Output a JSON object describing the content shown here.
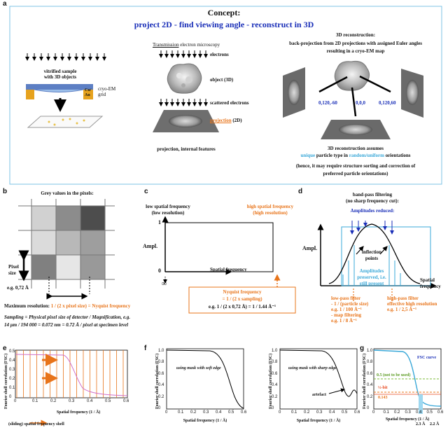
{
  "panels": {
    "a": "a",
    "b": "b",
    "c": "c",
    "d": "d",
    "e": "e",
    "f": "f",
    "g": "g"
  },
  "a": {
    "concept_title": "Concept:",
    "concept_subtitle": "project 2D - find viewing angle - reconstruct in 3D",
    "sample_label": "vitrified sample\nwith 3D objects",
    "grid_metal": "Cu/\nAu",
    "grid_label": "cryo-EM\ngrid",
    "tem_label": "Transmission electron microscopy",
    "tem_underlined": "Transmission",
    "electrons": "electrons",
    "object": "object (3D)",
    "scattered": "scattered electrons",
    "projection_word": "projection",
    "projection_rest": "(2D)",
    "projection_caption": "projection, internal features",
    "recon_title": "3D reconstruction:",
    "recon_desc": "back-projection from 2D projections with assigned Euler angles\nresulting in a cryo-EM map",
    "angle_left": "0,120,-60",
    "angle_mid": "0,0,0",
    "angle_right": "0,120,60",
    "assumes_title": "3D reconstruction assumes",
    "assumes_parts": [
      "unique",
      " particle type in ",
      "random/uniform",
      " orientations"
    ],
    "assumes_note": "(hence, it may require structure sorting and correction of\npreferred particle orientations)"
  },
  "b": {
    "title": "Grey values in the pixels:",
    "pixel_size": "Pixel\nsize",
    "pixel_example": "e.g. 0,72 Å",
    "max_res_prefix": "Maximum resolution:",
    "max_res_formula": "1 / (2 x pixel size) = Nyquist frequency",
    "sampling": "Sampling = Physical pixel size of detector / Magnification, e.g.\n14 µm / 194 000 = 0.072 nm = 0.72 Å / pixel at specimen level",
    "grey_levels": [
      0.82,
      0.55,
      0.3,
      0.86,
      0.72,
      0.62,
      0.5,
      0.9,
      0.6
    ]
  },
  "c": {
    "low_freq": "low spatial frequency\n(low resolution)",
    "high_freq": "high spatial frequency\n(high resolution)",
    "y_label": "Ampl.",
    "y_one": "1",
    "y_zero": "0",
    "x_label": "Spatial frequency",
    "infinity": "∞",
    "nyquist_title": "Nyquist frequency",
    "nyquist_eq": "= 1 / (2 x sampling)",
    "nyquist_example": "e.g. 1 / (2 x 0,72 Å) = 1 / 1.44 Å⁻¹"
  },
  "d": {
    "title": "band-pass filtering\n(no sharp frequency cut):",
    "amp_reduced": "Amplitudes reduced:",
    "y_label": "Ampl.",
    "inflection": "inflection\npoints",
    "amp_preserved": "Amplitudes\npreserved, i.e.\nstill present",
    "x_label": "Spatial\nfrequency",
    "lowpass": "low-pass filter\n- 1 / (particle size)\ne.g. 1 / 100 Å⁻¹\n- map filtering\ne.g. 1 / 8 Å⁻¹",
    "highpass": "high-pass filter\neffective high resolution\ne.g. 1 / 2,5 Å⁻¹"
  },
  "e": {
    "y_label": "Fourier shell correlation (FSC)",
    "x_label": "Spatial frequency (1 / Å)",
    "shell_label": "(sliding) spatial frequency shell",
    "y_ticks": [
      "0",
      "0.1",
      "0.2",
      "0.3",
      "0.4",
      "0.5"
    ],
    "x_ticks": [
      "0",
      "0.1",
      "0.2",
      "0.3",
      "0.4",
      "0.5",
      "0.6"
    ]
  },
  "f": {
    "left": {
      "note": "using mask with soft edge",
      "y_label": "Fourier shell correlation (FSC)",
      "x_label": "Spatial frequency (1 / Å)"
    },
    "right": {
      "note": "using mask with sharp edge",
      "artefact": "artefact",
      "y_label": "Fourier shell correlation (FSC)",
      "x_label": "Spatial frequency (1 / Å)"
    },
    "y_ticks": [
      "0",
      "0.2",
      "0.4",
      "0.6",
      "0.8",
      "1.0"
    ],
    "x_ticks": [
      "0",
      "0.1",
      "0.2",
      "0.3",
      "0.4",
      "0.5",
      "0.6"
    ]
  },
  "g": {
    "curve_label": "FSC curve",
    "thr_05": "0.5 (not to be used)",
    "thr_half": "½-bit",
    "thr_0143": "0.143",
    "res_a": "2.3 Å",
    "res_b": "2.2 Å",
    "y_label": "Fourier shell correlation (FSC)",
    "x_label": "Spatial frequency (1 / Å)",
    "y_ticks": [
      "0",
      "0.2",
      "0.4",
      "0.6",
      "0.8",
      "1.0"
    ],
    "x_ticks": [
      "0",
      "0.1",
      "0.2",
      "0.3",
      "0.4",
      "0.5",
      "0.6"
    ]
  },
  "colors": {
    "blue": "#1a2fb8",
    "orange": "#e8741a",
    "light_blue": "#3aa8d8",
    "frame": "#7ec3e6"
  }
}
